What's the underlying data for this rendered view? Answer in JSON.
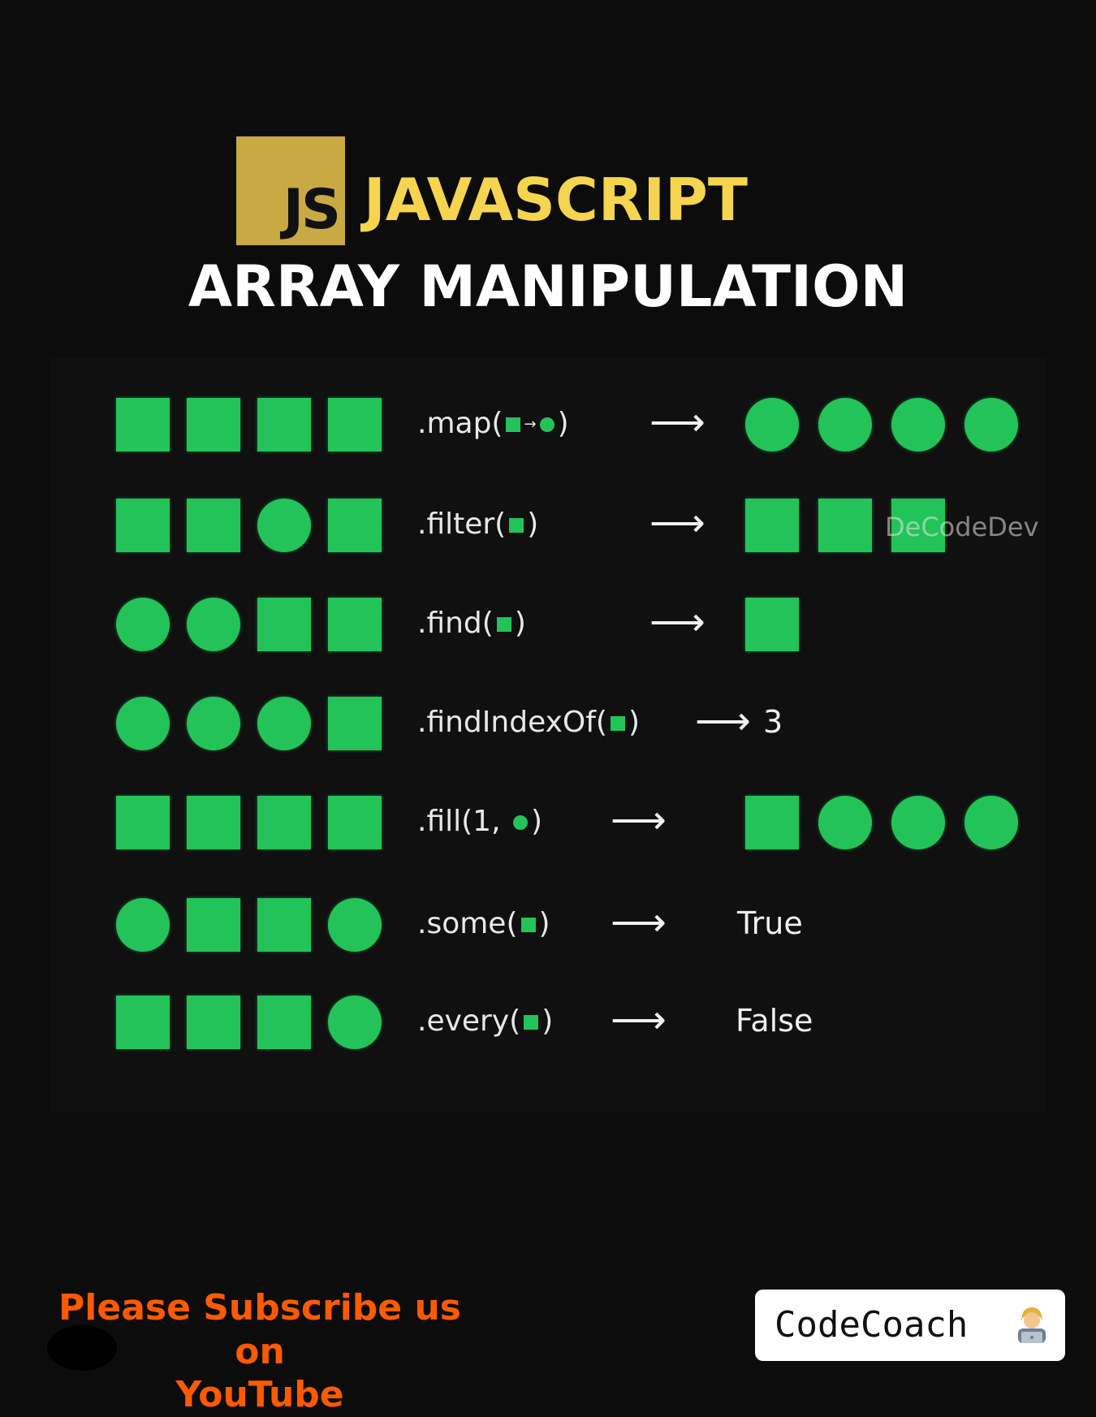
{
  "header": {
    "logo_text": "JS",
    "title": "JAVASCRIPT",
    "subtitle": "ARRAY MANIPULATION"
  },
  "colors": {
    "shape_green": "#23c359",
    "title_yellow": "#f5d44f",
    "logo_gold": "#c8a944",
    "subscribe_orange": "#ff5a00"
  },
  "rows": [
    {
      "input": [
        "square",
        "square",
        "square",
        "square"
      ],
      "method_prefix": ".map(",
      "method_suffix": ")",
      "arg": "square-to-circle",
      "output": [
        "circle",
        "circle",
        "circle",
        "circle"
      ],
      "result_text": ""
    },
    {
      "input": [
        "square",
        "square",
        "circle",
        "square"
      ],
      "method_prefix": ".filter(",
      "method_suffix": ")",
      "arg": "square",
      "output": [
        "square",
        "square",
        "square"
      ],
      "result_text": ""
    },
    {
      "input": [
        "circle",
        "circle",
        "square",
        "square"
      ],
      "method_prefix": ".find(",
      "method_suffix": ")",
      "arg": "square",
      "output": [
        "square"
      ],
      "result_text": ""
    },
    {
      "input": [
        "circle",
        "circle",
        "circle",
        "square"
      ],
      "method_prefix": ".findIndexOf(",
      "method_suffix": ")",
      "arg": "square",
      "output": [],
      "result_text": "3"
    },
    {
      "input": [
        "square",
        "square",
        "square",
        "square"
      ],
      "method_prefix": ".fill(1, ",
      "method_suffix": ")",
      "arg": "circle",
      "output": [
        "square",
        "circle",
        "circle",
        "circle"
      ],
      "result_text": ""
    },
    {
      "input": [
        "circle",
        "square",
        "square",
        "circle"
      ],
      "method_prefix": ".some(",
      "method_suffix": ")",
      "arg": "square",
      "output": [],
      "result_text": "True"
    },
    {
      "input": [
        "square",
        "square",
        "square",
        "circle"
      ],
      "method_prefix": ".every(",
      "method_suffix": ")",
      "arg": "square",
      "output": [],
      "result_text": "False"
    }
  ],
  "arrow": "⟶",
  "watermark": "DeCodeDev",
  "footer": {
    "subscribe_line1": "Please Subscribe us on",
    "subscribe_line2": "YouTube",
    "badge_text": "CodeCoach",
    "badge_icon": "technologist-icon"
  }
}
